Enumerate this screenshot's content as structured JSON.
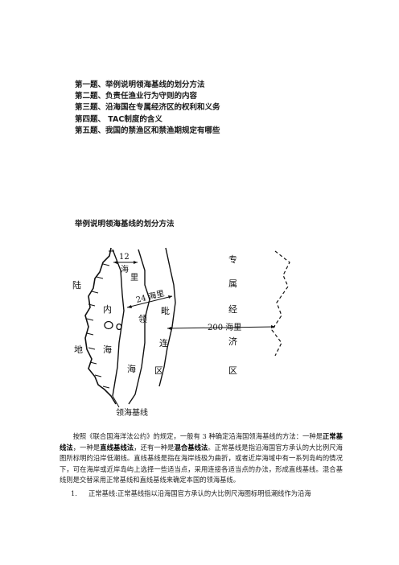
{
  "toc": [
    "第一题、举例说明领海基线的划分方法",
    "第二题、负责任渔业行为守则的内容",
    "第三题、沿海国在专属经济区的权利和义务",
    "第四题、 TAC制度的含义",
    "第五题、我国的禁渔区和禁渔期规定有哪些"
  ],
  "section_title": "举例说明领海基线的划分方法",
  "diagram": {
    "labels": {
      "land_1": "陆",
      "land_2": "地",
      "distance_12": "12",
      "territorial_sea_1": "海",
      "territorial_sea_2": "里",
      "nm_24": "24 海里",
      "inner_1": "内",
      "inner_2": "海",
      "inner_3": "海",
      "contiguous_1": "领",
      "contiguous_2": "毗",
      "contiguous_3": "连",
      "contiguous_4": "区",
      "nm_200": "200 海里",
      "eez_1": "专",
      "eez_2": "属",
      "eez_3": "经",
      "eez_4": "济",
      "eez_5": "区",
      "baseline": "领海基线"
    }
  },
  "body": {
    "para1_start": "按照《联合国海洋法公约》的规定，一般有 3 种确定沿海国领海基线的方法：一种是",
    "term1": "正常基线法",
    "mid1": "，一种是",
    "term2": "直线基线法",
    "mid2": "，还有一种是",
    "term3": "混合基线法",
    "para1_end": "。正常基线是指沿海国官方承认的大比例尺海图所标明的沿岸低潮线。直线基线是指在海岸线极为曲折，或者近岸海域中有一系列岛屿的情况下，可在海岸或近岸岛屿上选择一些适当点，采用连接各适当点的办法，形成直线基线。混合基线则是交替采用正常基线和直线基线来确定本国的领海基线。",
    "item1_num": "1.",
    "item1_text": "正常基线:正常基线指以沿海国官方承认的大比例尺海图标明低潮线作为沿海"
  }
}
